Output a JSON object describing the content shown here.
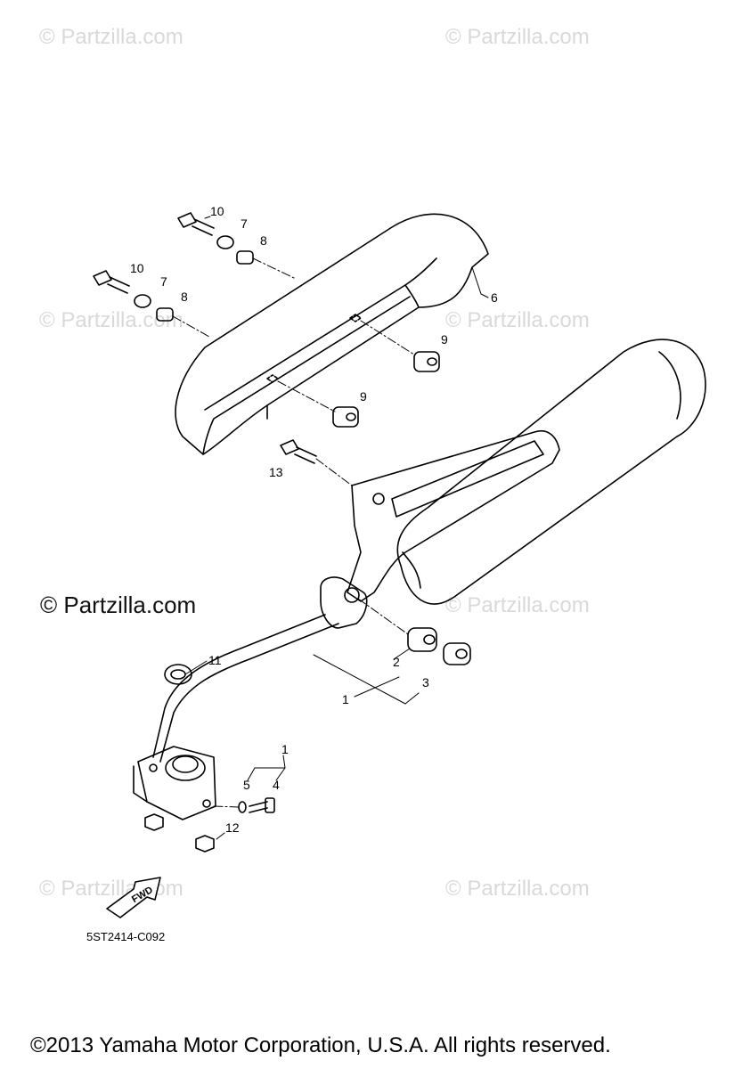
{
  "watermark": {
    "text": "© Partzilla.com",
    "prominent_text": "© Partzilla.com",
    "color": "#d9d9d9"
  },
  "diagram": {
    "code": "5ST2414-C092",
    "fwd_label": "FWD",
    "callouts": [
      {
        "id": "c10a",
        "label": "10"
      },
      {
        "id": "c7a",
        "label": "7"
      },
      {
        "id": "c8a",
        "label": "8"
      },
      {
        "id": "c10b",
        "label": "10"
      },
      {
        "id": "c7b",
        "label": "7"
      },
      {
        "id": "c8b",
        "label": "8"
      },
      {
        "id": "c6",
        "label": "6"
      },
      {
        "id": "c9a",
        "label": "9"
      },
      {
        "id": "c9b",
        "label": "9"
      },
      {
        "id": "c13",
        "label": "13"
      },
      {
        "id": "c11",
        "label": "11"
      },
      {
        "id": "c2",
        "label": "2"
      },
      {
        "id": "c3",
        "label": "3"
      },
      {
        "id": "c1a",
        "label": "1"
      },
      {
        "id": "c1b",
        "label": "1"
      },
      {
        "id": "c5",
        "label": "5"
      },
      {
        "id": "c4",
        "label": "4"
      },
      {
        "id": "c12",
        "label": "12"
      }
    ]
  },
  "footer": {
    "copyright": "©2013  Yamaha Motor Corporation, U.S.A. All rights reserved."
  }
}
